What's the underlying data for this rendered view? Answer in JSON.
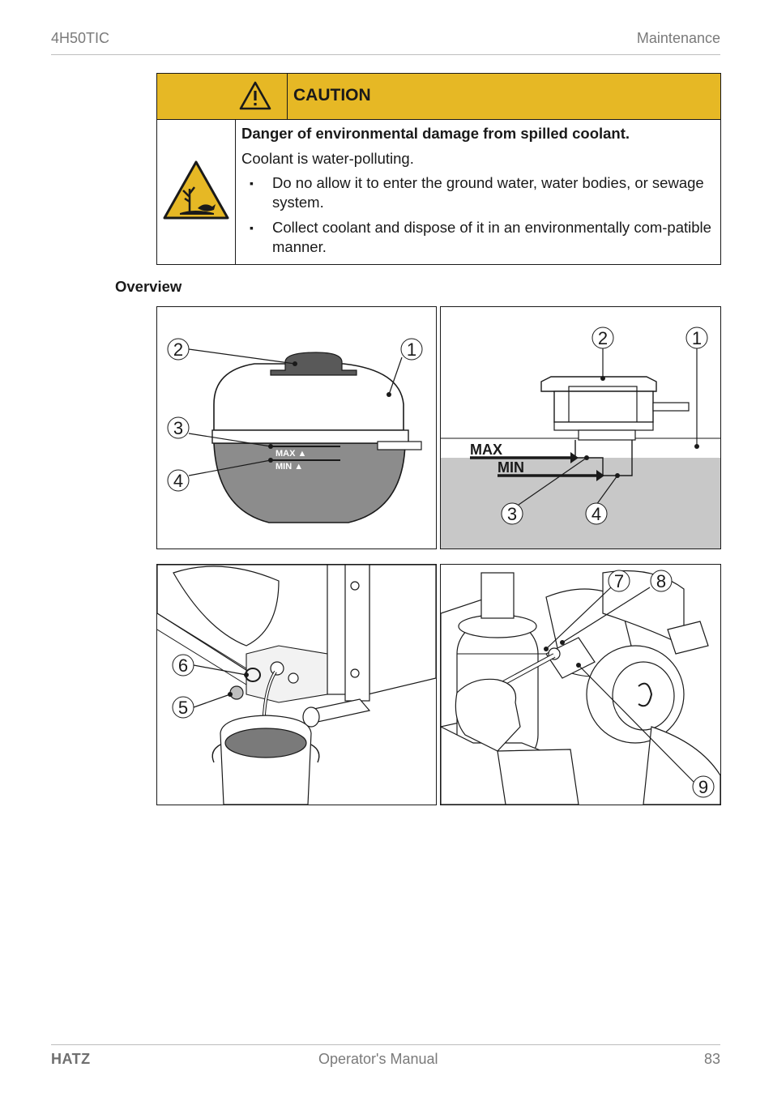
{
  "header": {
    "model": "4H50TIC",
    "section": "Maintenance"
  },
  "caution": {
    "title": "CAUTION",
    "lead": "Danger of environmental damage from spilled coolant.",
    "statement": "Coolant is water-polluting.",
    "bullets": [
      "Do no allow it to enter the ground water, water bodies, or sewage system.",
      "Collect coolant and dispose of it in an environmentally com-patible manner."
    ],
    "bullet_marker": "▪",
    "icons": [
      "warning-triangle-icon",
      "environmental-hazard-icon"
    ],
    "accent_color": "#e6b825"
  },
  "overview": {
    "title": "Overview",
    "figures": {
      "tank": {
        "callouts": [
          "1",
          "2",
          "3",
          "4"
        ],
        "level_labels": {
          "max": "MAX ▲",
          "min": "MIN  ▲"
        }
      },
      "section": {
        "callouts": [
          "1",
          "2",
          "3",
          "4"
        ],
        "level_labels": {
          "max": "MAX",
          "min": "MIN"
        }
      },
      "drain": {
        "callouts": [
          "5",
          "6"
        ]
      },
      "cap": {
        "callouts": [
          "7",
          "8",
          "9"
        ]
      }
    }
  },
  "footer": {
    "brand": "HATZ",
    "title": "Operator's Manual",
    "page": "83"
  }
}
